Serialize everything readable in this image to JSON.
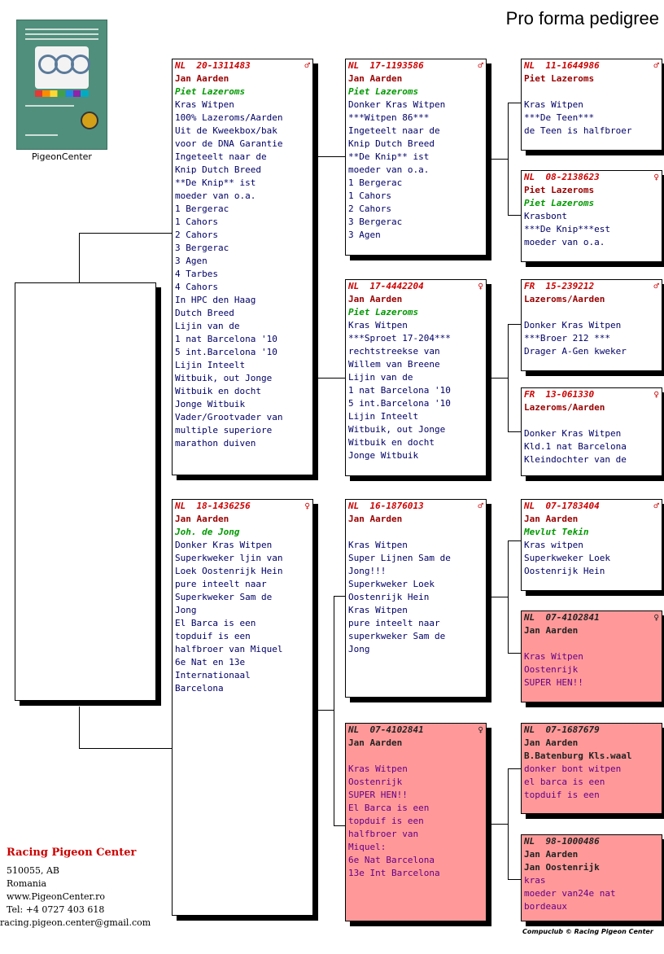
{
  "page_title": "Pro forma pedigree",
  "logo_caption": "PigeonCenter",
  "footer": {
    "brand": "Racing Pigeon Center",
    "lines": [
      "510055, AB",
      "Romania",
      "www.PigeonCenter.ro",
      "Tel: +4 0727 403 618"
    ],
    "email": "racing.pigeon.center@gmail.com",
    "compuclub": "Compuclub © Racing Pigeon Center"
  },
  "cards": [
    {
      "country": "NL",
      "ring": "20-1311483",
      "sex": "♂",
      "breeder": "Jan Aarden",
      "owner": "Piet Lazeroms",
      "lines": [
        "Kras Witpen",
        "100% Lazeroms/Aarden",
        "Uit de Kweekbox/bak",
        "voor de DNA Garantie",
        "Ingeteelt naar de",
        "Knip Dutch Breed",
        "**De Knip** ist",
        "moeder van o.a.",
        "1 Bergerac",
        "1 Cahors",
        "2 Cahors",
        "3 Bergerac",
        "3 Agen",
        "4 Tarbes",
        "4 Cahors",
        "In HPC den Haag",
        "Dutch Breed",
        "Lijin van de",
        "1 nat Barcelona '10",
        "5 int.Barcelona '10",
        "Lijin Inteelt",
        "Witbuik, out Jonge",
        "Witbuik en docht",
        "Jonge Witbuik",
        "Vader/Grootvader van",
        "multiple superiore",
        "marathon duiven"
      ]
    },
    {
      "country": "NL",
      "ring": "18-1436256",
      "sex": "♀",
      "breeder": "Jan Aarden",
      "owner": "Joh. de Jong",
      "lines": [
        "Donker Kras Witpen",
        "Superkweker ljin van",
        "Loek Oostenrijk Hein",
        "pure inteelt naar",
        "Superkweker Sam de",
        "Jong",
        "El Barca is een",
        "topduif is een",
        "halfbroer van Miquel",
        "6e Nat en 13e",
        "Internationaal",
        "Barcelona"
      ]
    },
    {
      "country": "NL",
      "ring": "17-1193586",
      "sex": "♂",
      "breeder": "Jan Aarden",
      "owner": "Piet Lazeroms",
      "lines": [
        "Donker Kras Witpen",
        "***Witpen 86***",
        "Ingeteelt naar de",
        "Knip Dutch Breed",
        "**De Knip** ist",
        "moeder van o.a.",
        "1 Bergerac",
        "1 Cahors",
        "2 Cahors",
        "3 Bergerac",
        "3 Agen"
      ]
    },
    {
      "country": "NL",
      "ring": "17-4442204",
      "sex": "♀",
      "breeder": "Jan Aarden",
      "owner": "Piet Lazeroms",
      "lines": [
        "Kras Witpen",
        "***Sproet 17-204***",
        "rechtstreekse van",
        "Willem van Breene",
        "Lijin van de",
        "1 nat Barcelona '10",
        "5 int.Barcelona '10",
        "Lijin Inteelt",
        "Witbuik, out Jonge",
        "Witbuik en docht",
        "Jonge Witbuik"
      ]
    },
    {
      "country": "NL",
      "ring": "16-1876013",
      "sex": "♂",
      "breeder": "Jan Aarden",
      "owner": "",
      "lines": [
        "Kras Witpen",
        "Super Lijnen Sam de",
        "Jong!!!",
        "Superkweker Loek",
        "Oostenrijk Hein",
        "Kras Witpen",
        "pure inteelt naar",
        "superkweker Sam de",
        "Jong"
      ]
    },
    {
      "country": "NL",
      "ring": "07-4102841",
      "sex": "♀",
      "breeder": "Jan Aarden",
      "owner": "",
      "lines": [
        "Kras Witpen",
        "Oostenrijk",
        "SUPER HEN!!",
        "El Barca is een",
        "topduif is een",
        "halfbroer van",
        "Miquel:",
        "6e Nat Barcelona",
        "13e Int Barcelona"
      ]
    },
    {
      "country": "NL",
      "ring": "11-1644986",
      "sex": "♂",
      "breeder": "Piet Lazeroms",
      "owner": "",
      "lines": [
        "Kras Witpen",
        "***De Teen***",
        "de Teen is halfbroer"
      ]
    },
    {
      "country": "NL",
      "ring": "08-2138623",
      "sex": "♀",
      "breeder": "Piet Lazeroms",
      "owner": "Piet Lazeroms",
      "lines": [
        "Krasbont",
        "***De Knip***est",
        "moeder van o.a."
      ]
    },
    {
      "country": "FR",
      "ring": "15-239212",
      "sex": "♂",
      "breeder": "Lazeroms/Aarden",
      "owner": "",
      "lines": [
        "Donker Kras Witpen",
        "***Broer 212 ***",
        "Drager A-Gen kweker"
      ]
    },
    {
      "country": "FR",
      "ring": "13-061330",
      "sex": "♀",
      "breeder": "Lazeroms/Aarden",
      "owner": "",
      "lines": [
        "Donker Kras Witpen",
        "Kld.1 nat Barcelona",
        "Kleindochter van de"
      ]
    },
    {
      "country": "NL",
      "ring": "07-1783404",
      "sex": "♂",
      "breeder": "Jan Aarden",
      "owner": "Mevlut Tekin",
      "lines": [
        "Kras witpen",
        "Superkweker Loek",
        "Oostenrijk Hein"
      ]
    },
    {
      "country": "NL",
      "ring": "07-4102841",
      "sex": "♀",
      "breeder": "Jan Aarden",
      "owner": "",
      "lines": [
        "Kras Witpen",
        "Oostenrijk",
        "SUPER HEN!!"
      ]
    },
    {
      "country": "NL",
      "ring": "07-1687679",
      "sex": "",
      "breeder": "Jan Aarden",
      "owner": "B.Batenburg Kls.waal",
      "lines": [
        "donker bont witpen",
        "el barca is een",
        "topduif is een"
      ]
    },
    {
      "country": "NL",
      "ring": "98-1000486",
      "sex": "",
      "breeder": "Jan Aarden",
      "owner": "Jan Oostenrijk",
      "lines": [
        "kras",
        "moeder van24e nat",
        "bordeaux"
      ]
    }
  ]
}
